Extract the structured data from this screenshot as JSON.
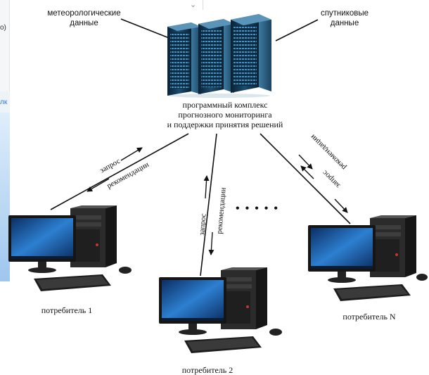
{
  "labels": {
    "meteo_line1": "метеорологические",
    "meteo_line2": "данные",
    "sat_line1": "спутниковые",
    "sat_line2": "данные",
    "server_line1": "программный комплекс",
    "server_line2": "прогнозного мониторинга",
    "server_line3": "и поддержки принятия решений",
    "consumer1": "потребитель 1",
    "consumer2": "потребитель 2",
    "consumerN": "потребитель N",
    "ellipsis": "• • • • •"
  },
  "links": {
    "left_request": "запрос",
    "left_recommend": "рекомендации",
    "mid_request": "запрос",
    "mid_recommend": "рекомендации",
    "right_request": "запрос",
    "right_recommend": "рекомендации"
  },
  "background": {
    "frag_top": "o)",
    "frag_link": "лк",
    "chevron": "⌄"
  },
  "colors": {
    "server_dark": "#0d2a3e",
    "server_blue": "#2f7fb0",
    "screen_blue": "#1f5fa8",
    "tower": "#2a2a2a"
  }
}
